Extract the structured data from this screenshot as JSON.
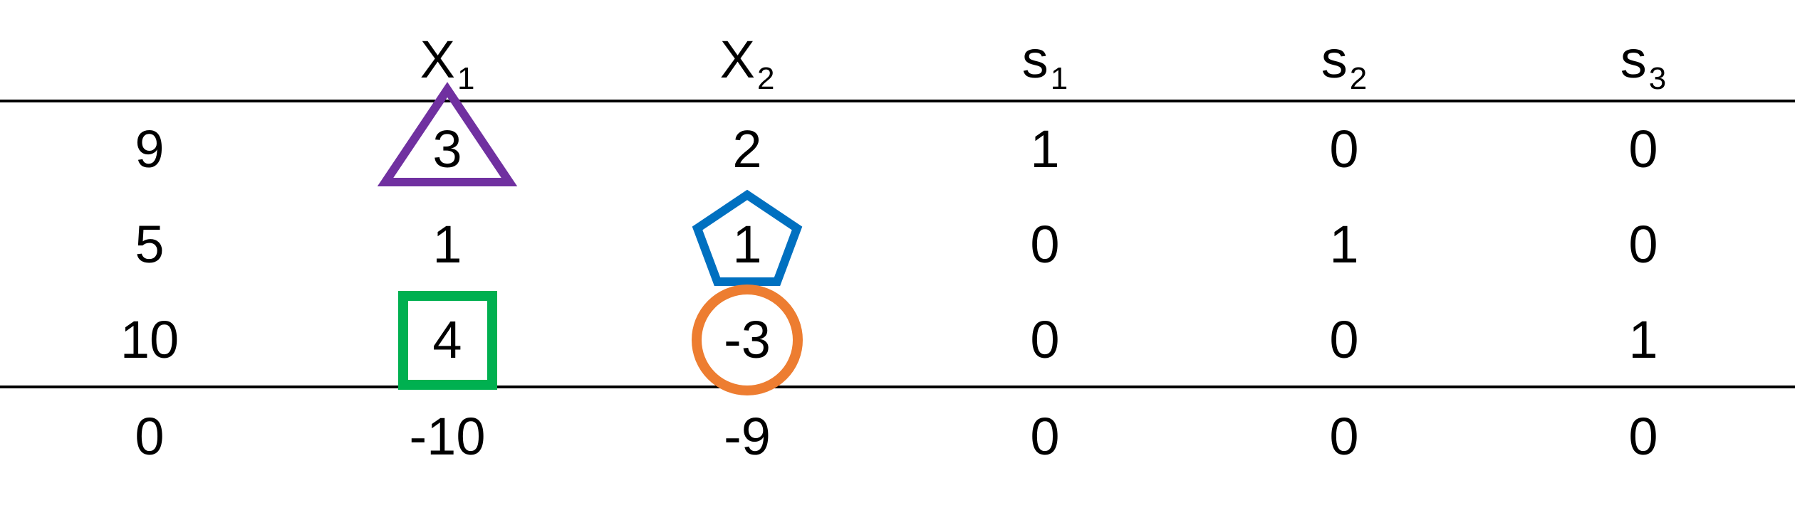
{
  "header": {
    "columns": [
      {
        "base": "",
        "sub": ""
      },
      {
        "base": "X",
        "sub": "1"
      },
      {
        "base": "X",
        "sub": "2"
      },
      {
        "base": "s",
        "sub": "1"
      },
      {
        "base": "s",
        "sub": "2"
      },
      {
        "base": "s",
        "sub": "3"
      }
    ]
  },
  "rows": [
    [
      "9",
      "3",
      "2",
      "1",
      "0",
      "0"
    ],
    [
      "5",
      "1",
      "1",
      "0",
      "1",
      "0"
    ],
    [
      "10",
      "4",
      "-3",
      "0",
      "0",
      "1"
    ]
  ],
  "objective_row": [
    "0",
    "-10",
    "-9",
    "0",
    "0",
    "0"
  ],
  "marks": [
    {
      "shape": "triangle",
      "row": 0,
      "col": 1,
      "color": "#7030A0"
    },
    {
      "shape": "pentagon",
      "row": 1,
      "col": 2,
      "color": "#0070C0"
    },
    {
      "shape": "square",
      "row": 2,
      "col": 1,
      "color": "#00B050"
    },
    {
      "shape": "circle",
      "row": 2,
      "col": 2,
      "color": "#ED7D31"
    }
  ]
}
